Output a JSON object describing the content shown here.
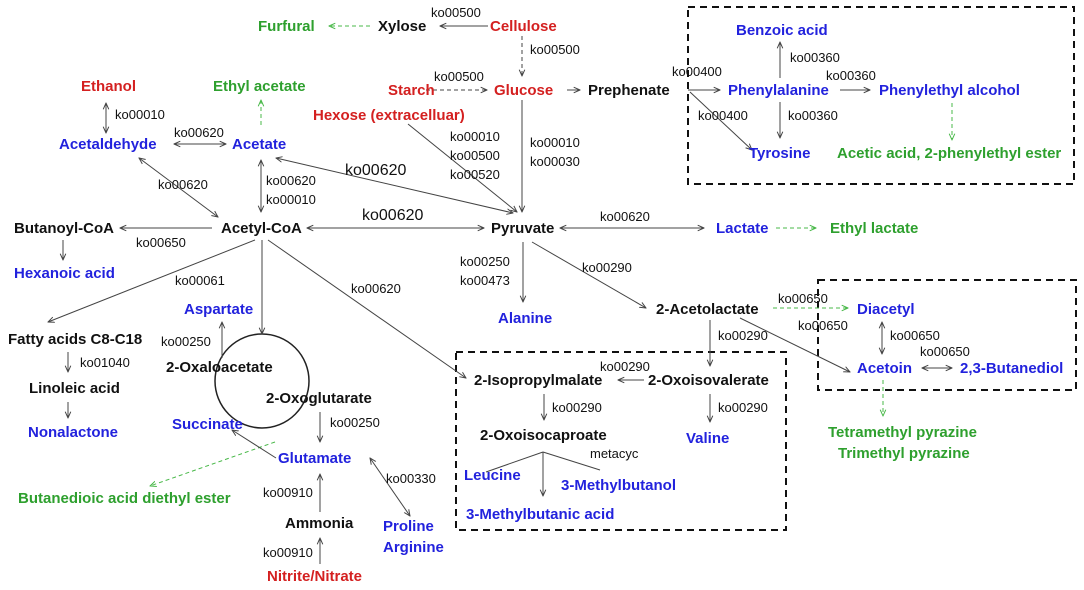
{
  "nodes": {
    "furfural": {
      "label": "Furfural",
      "color": "#2ea02e"
    },
    "xylose": {
      "label": "Xylose",
      "color": "#111111"
    },
    "cellulose": {
      "label": "Cellulose",
      "color": "#d42020"
    },
    "ethanol": {
      "label": "Ethanol",
      "color": "#d42020"
    },
    "ethyl_acetate": {
      "label": "Ethyl acetate",
      "color": "#2ea02e"
    },
    "starch": {
      "label": "Starch",
      "color": "#d42020"
    },
    "glucose": {
      "label": "Glucose",
      "color": "#d42020"
    },
    "prephenate": {
      "label": "Prephenate",
      "color": "#111111"
    },
    "hexose": {
      "label": "Hexose (extracelluar)",
      "color": "#d42020"
    },
    "acetaldehyde": {
      "label": "Acetaldehyde",
      "color": "#2222dd"
    },
    "acetate": {
      "label": "Acetate",
      "color": "#2222dd"
    },
    "benzoic_acid": {
      "label": "Benzoic acid",
      "color": "#2222dd"
    },
    "phenylalanine": {
      "label": "Phenylalanine",
      "color": "#2222dd"
    },
    "phenylethyl_alcohol": {
      "label": "Phenylethyl alcohol",
      "color": "#2222dd"
    },
    "tyrosine": {
      "label": "Tyrosine",
      "color": "#2222dd"
    },
    "acetic_acid_ester": {
      "label": "Acetic acid, 2-phenylethyl ester",
      "color": "#2ea02e"
    },
    "butanoyl_coa": {
      "label": "Butanoyl-CoA",
      "color": "#111111"
    },
    "acetyl_coa": {
      "label": "Acetyl-CoA",
      "color": "#111111"
    },
    "pyruvate": {
      "label": "Pyruvate",
      "color": "#111111"
    },
    "lactate": {
      "label": "Lactate",
      "color": "#2222dd"
    },
    "ethyl_lactate": {
      "label": "Ethyl lactate",
      "color": "#2ea02e"
    },
    "hexanoic_acid": {
      "label": "Hexanoic acid",
      "color": "#2222dd"
    },
    "aspartate": {
      "label": "Aspartate",
      "color": "#2222dd"
    },
    "fatty_acids": {
      "label": "Fatty acids C8-C18",
      "color": "#111111"
    },
    "two_oxaloacetate": {
      "label": "2-Oxaloacetate",
      "color": "#111111"
    },
    "alanine": {
      "label": "Alanine",
      "color": "#2222dd"
    },
    "two_acetolactate": {
      "label": "2-Acetolactate",
      "color": "#111111"
    },
    "diacetyl": {
      "label": "Diacetyl",
      "color": "#2222dd"
    },
    "linoleic_acid": {
      "label": "Linoleic acid",
      "color": "#111111"
    },
    "two_oxoglutarate": {
      "label": "2-Oxoglutarate",
      "color": "#111111"
    },
    "two_isopropylmalate": {
      "label": "2-Isopropylmalate",
      "color": "#111111"
    },
    "two_oxoisovalerate": {
      "label": "2-Oxoisovalerate",
      "color": "#111111"
    },
    "acetoin": {
      "label": "Acetoin",
      "color": "#2222dd"
    },
    "butanediol": {
      "label": "2,3-Butanediol",
      "color": "#2222dd"
    },
    "nonalactone": {
      "label": "Nonalactone",
      "color": "#2222dd"
    },
    "succinate": {
      "label": "Succinate",
      "color": "#2222dd"
    },
    "two_oxoisocaproate": {
      "label": "2-Oxoisocaproate",
      "color": "#111111"
    },
    "valine": {
      "label": "Valine",
      "color": "#2222dd"
    },
    "tetramethyl_pyrazine": {
      "label": "Tetramethyl pyrazine",
      "color": "#2ea02e"
    },
    "trimethyl_pyrazine": {
      "label": "Trimethyl pyrazine",
      "color": "#2ea02e"
    },
    "glutamate": {
      "label": "Glutamate",
      "color": "#2222dd"
    },
    "leucine": {
      "label": "Leucine",
      "color": "#2222dd"
    },
    "three_methylbutanol": {
      "label": "3-Methylbutanol",
      "color": "#2222dd"
    },
    "butanedioic_ester": {
      "label": "Butanedioic acid diethyl ester",
      "color": "#2ea02e"
    },
    "ammonia": {
      "label": "Ammonia",
      "color": "#111111"
    },
    "three_methylbutanic_acid": {
      "label": "3-Methylbutanic acid",
      "color": "#2222dd"
    },
    "proline": {
      "label": "Proline",
      "color": "#2222dd"
    },
    "arginine": {
      "label": "Arginine",
      "color": "#2222dd"
    },
    "nitrite_nitrate": {
      "label": "Nitrite/Nitrate",
      "color": "#d42020"
    }
  },
  "kegg_labels": {
    "cellulose_xylose": "ko00500",
    "cellulose_glucose": "ko00500",
    "starch_glucose": "ko00500",
    "ethanol_acetaldehyde": "ko00010",
    "acetaldehyde_acetate": "ko00620",
    "glucose_pyruvate_1": "ko00010",
    "glucose_pyruvate_2": "ko00500",
    "glucose_pyruvate_3": "ko00520",
    "hexose_pyruvate_1": "ko00010",
    "hexose_pyruvate_2": "ko00030",
    "acetate_pyruvate": "ko00620",
    "acetaldehyde_acetylcoa": "ko00620",
    "acetate_acetylcoa_1": "ko00620",
    "acetate_acetylcoa_2": "ko00010",
    "acetylcoa_pyruvate": "ko00620",
    "pyruvate_lactate": "ko00620",
    "butanoyl_acetylcoa": "ko00650",
    "acetylcoa_fatty": "ko00061",
    "acetylcoa_isopropylmalate": "ko00620",
    "pyruvate_alanine_1": "ko00250",
    "pyruvate_alanine_2": "ko00473",
    "pyruvate_acetolactate": "ko00290",
    "oxaloacetate_aspartate": "ko00250",
    "fatty_linoleic": "ko01040",
    "oxoglutarate_glutamate": "ko00250",
    "glutamate_proline": "ko00330",
    "ammonia_glutamate": "ko00910",
    "nitrate_ammonia": "ko00910",
    "prephenate_phenylalanine": "ko00400",
    "phenylalanine_benzoic": "ko00360",
    "phenylalanine_phenylethyl": "ko00360",
    "prephenate_tyrosine": "ko00400",
    "phenylalanine_tyrosine": "ko00360",
    "acetolactate_diacetyl": "ko00650",
    "acetolactate_acetoin": "ko00650",
    "diacetyl_acetoin": "ko00650",
    "acetoin_butanediol": "ko00650",
    "acetolactate_oxoisovalerate": "ko00290",
    "oxoisovalerate_isopropylmalate": "ko00290",
    "isopropylmalate_oxoisocaproate": "ko00290",
    "oxoisovalerate_valine": "ko00290",
    "oxoisocaproate_products": "metacyc"
  },
  "legend_colors": {
    "substrate": "#d42020",
    "intermediate": "#111111",
    "detected_metabolite": "#2222dd",
    "flavor_compound": "#2ea02e"
  }
}
